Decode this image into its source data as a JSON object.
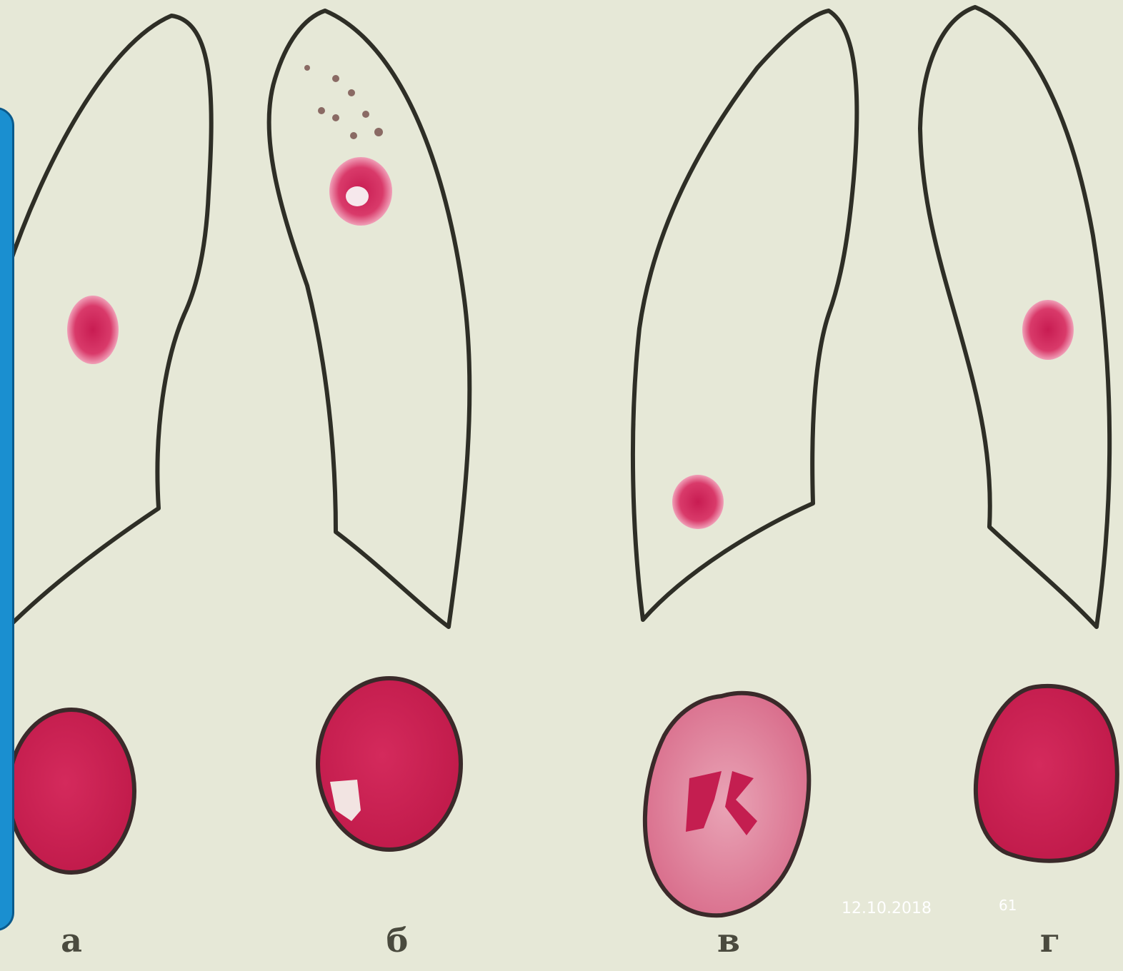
{
  "slide": {
    "date": "12.10.2018",
    "page_number": "61",
    "accent_color": "#1a8fd0",
    "background_color": "#e6e8d7",
    "lesion_color": "#d2245a",
    "outline_color": "#2e2e26"
  },
  "panels": [
    {
      "label": "а"
    },
    {
      "label": "б"
    },
    {
      "label": "в"
    },
    {
      "label": "г"
    }
  ]
}
